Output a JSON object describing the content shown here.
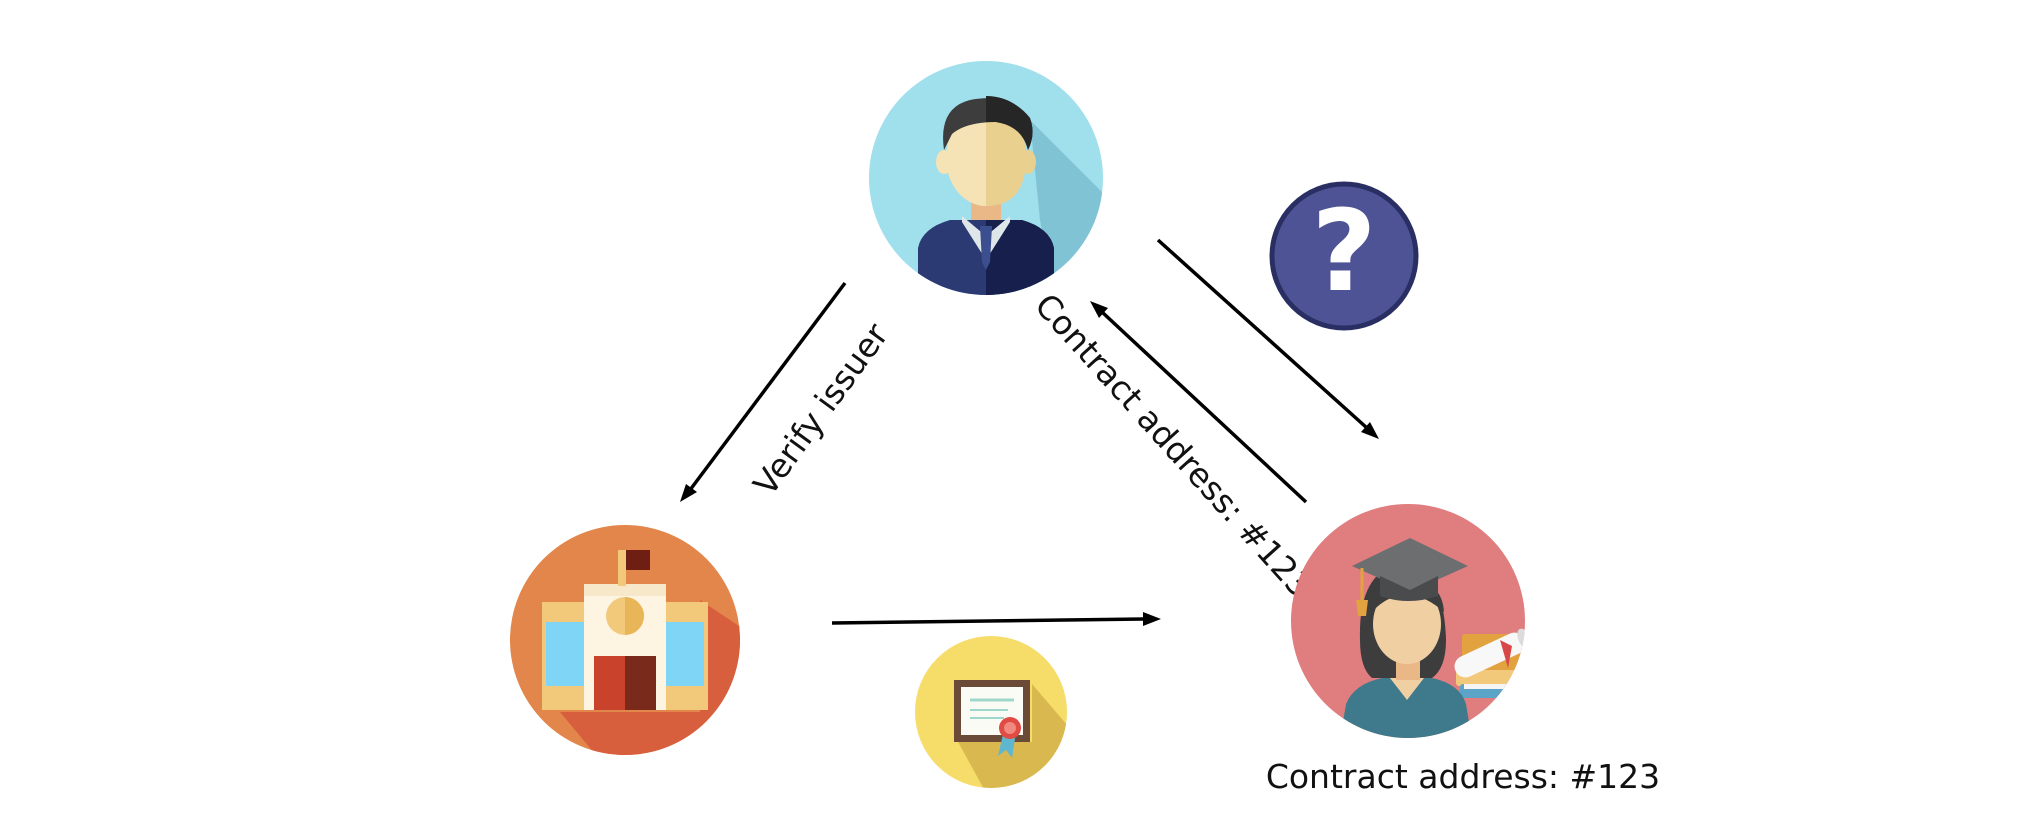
{
  "labels": {
    "verify_issuer": "Verify issuer",
    "contract_address_arrow": "Contract address: #123",
    "contract_address_student": "Contract address: #123"
  },
  "nodes": {
    "employer": {
      "icon": "businessman-icon",
      "bg_color": "#a0dfec"
    },
    "school": {
      "icon": "school-building-icon",
      "bg_color": "#e2864b"
    },
    "student": {
      "icon": "graduate-student-icon",
      "bg_color": "#e07d7f"
    },
    "certificate": {
      "icon": "certificate-icon",
      "bg_color": "#f6dd6a"
    },
    "question": {
      "icon": "question-mark-icon",
      "bg_color": "#4d5394",
      "symbol": "?"
    }
  },
  "colors": {
    "arrow": "#000000",
    "text": "#111111"
  }
}
